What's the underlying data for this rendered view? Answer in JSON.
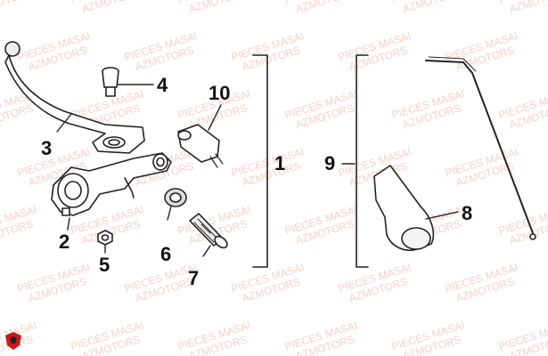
{
  "watermark": {
    "line1": "PIECES MASAI",
    "line2": "AZMOTORS",
    "color": "#f2b8a6"
  },
  "callouts": {
    "part_1": "1",
    "part_2": "2",
    "part_3": "3",
    "part_4": "4",
    "part_5": "5",
    "part_6": "6",
    "part_7": "7",
    "part_8": "8",
    "part_9": "9",
    "part_10": "10"
  },
  "colors": {
    "line": "#222222",
    "part_fill": "#ffffff",
    "logo_red": "#c8191e"
  },
  "logo": {
    "icon": "brand-logo-icon"
  }
}
